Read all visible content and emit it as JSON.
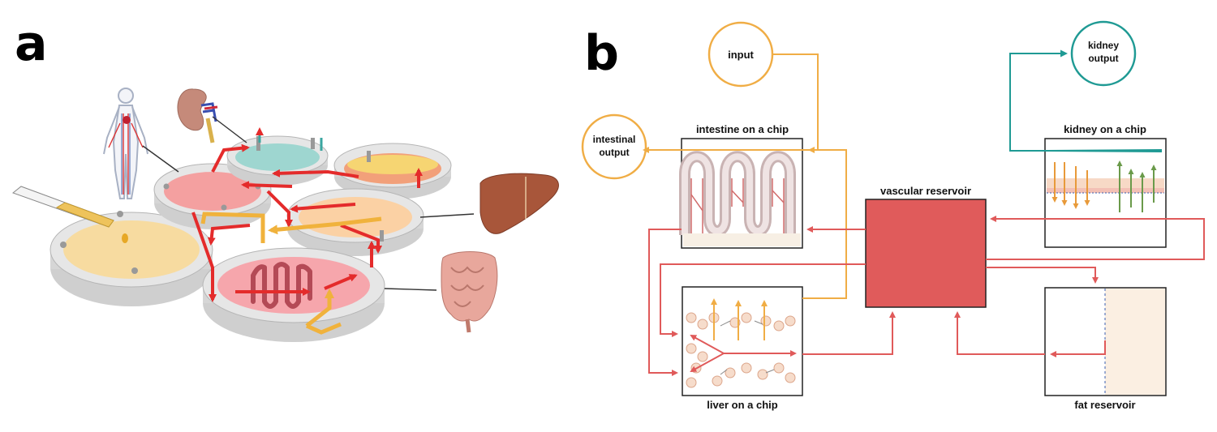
{
  "panel_a": {
    "letter": "a",
    "icons": [
      "vascular-system-icon",
      "kidney-icon",
      "liver-icon",
      "intestine-icon",
      "pipette-icon"
    ],
    "colors": {
      "vascular_flow": "#e42b2b",
      "nutrient_flow": "#f0b23c",
      "kidney_output": "#3aa6a0"
    }
  },
  "panel_b": {
    "letter": "b",
    "nodes": {
      "input": "input",
      "kidney_output": "kidney\noutput",
      "intestinal_output": "intestinal\noutput",
      "intestine_chip": "intestine on a chip",
      "kidney_chip": "kidney on a chip",
      "vascular_reservoir": "vascular reservoir",
      "liver_chip": "liver on a chip",
      "fat_reservoir": "fat reservoir"
    },
    "colors": {
      "vascular_flow": "#e05a5a",
      "reservoir_fill": "#e05b5b",
      "nutrient_flow": "#f0ad45",
      "kidney_output": "#1f9a94",
      "fat_fill": "#fbefe2"
    }
  }
}
